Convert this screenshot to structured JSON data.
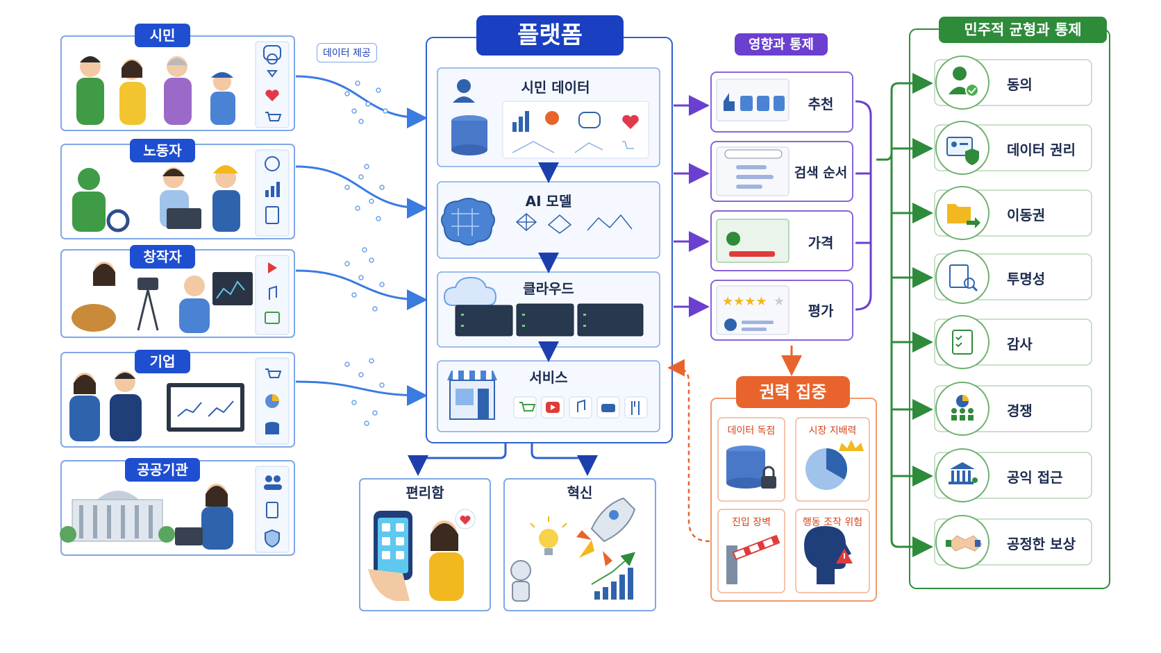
{
  "colors": {
    "blue": "#1f4fd1",
    "blue_dark": "#1d3fae",
    "blue_line": "#3a7be0",
    "purple": "#6b3fd0",
    "green": "#2e8b3a",
    "orange": "#e8642c",
    "text": "#1b2a4e"
  },
  "actors": [
    {
      "label": "시민",
      "icons": [
        "chat-icon",
        "location-pin-icon",
        "heart-icon",
        "cart-icon"
      ]
    },
    {
      "label": "노동자",
      "icons": [
        "clock-icon",
        "bar-chart-icon",
        "clipboard-icon"
      ]
    },
    {
      "label": "창작자",
      "icons": [
        "play-icon",
        "music-note-icon",
        "image-icon"
      ]
    },
    {
      "label": "기업",
      "icons": [
        "cart-icon",
        "pie-chart-icon",
        "database-icon"
      ]
    },
    {
      "label": "공공기관",
      "icons": [
        "people-icon",
        "document-icon",
        "shield-check-icon"
      ]
    }
  ],
  "data_provision_label": "데이터 제공",
  "platform": {
    "title": "플랫폼",
    "layers": [
      {
        "label": "시민 데이터"
      },
      {
        "label": "AI 모델"
      },
      {
        "label": "클라우드"
      },
      {
        "label": "서비스"
      }
    ]
  },
  "outcomes": [
    {
      "label": "편리함"
    },
    {
      "label": "혁신"
    }
  ],
  "influence": {
    "title": "영향과 통제",
    "items": [
      "추천",
      "검색 순서",
      "가격",
      "평가"
    ]
  },
  "power": {
    "title": "권력 집중",
    "cells": [
      "데이터 독점",
      "시장 지배력",
      "진입 장벽",
      "행동 조작 위험"
    ]
  },
  "democratic": {
    "title": "민주적 균형과 통제",
    "items": [
      {
        "label": "동의",
        "icon": "person-check-icon"
      },
      {
        "label": "데이터 권리",
        "icon": "id-card-shield-icon"
      },
      {
        "label": "이동권",
        "icon": "folder-transfer-icon"
      },
      {
        "label": "투명성",
        "icon": "document-search-icon"
      },
      {
        "label": "감사",
        "icon": "audit-checklist-icon"
      },
      {
        "label": "경쟁",
        "icon": "competition-chart-icon"
      },
      {
        "label": "공익 접근",
        "icon": "public-institution-icon"
      },
      {
        "label": "공정한 보상",
        "icon": "handshake-icon"
      }
    ]
  }
}
